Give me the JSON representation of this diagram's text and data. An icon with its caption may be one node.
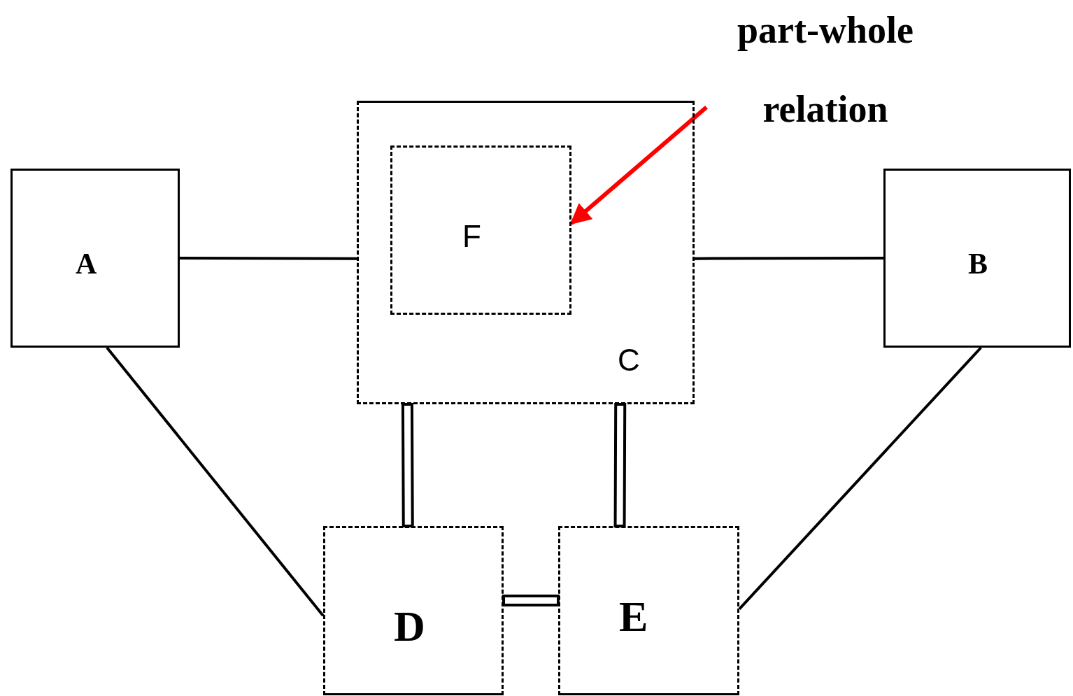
{
  "diagram": {
    "nodes": [
      {
        "text": [
          "part-whole relation"
        ]
      },
      {
        "text": [
          "A"
        ]
      },
      {
        "text": [
          "C"
        ]
      },
      {
        "text": [
          "F"
        ],
        "in": 2
      },
      {
        "text": [
          "B"
        ]
      },
      {
        "text": [
          "D"
        ]
      },
      {
        "text": [
          "E"
        ]
      }
    ],
    "edges": [
      {
        "from": 1,
        "to": 2,
        "arrow": "none"
      },
      {
        "from": 2,
        "to": 4,
        "arrow": "none"
      },
      {
        "from": 1,
        "to": 5,
        "arrow": "none"
      },
      {
        "from": 4,
        "to": 6,
        "arrow": "none"
      },
      {
        "from": 2,
        "to": 5,
        "arrow": "none",
        "style": "thick"
      },
      {
        "from": 2,
        "to": 6,
        "arrow": "none",
        "style": "thick"
      },
      {
        "from": 5,
        "to": 6,
        "arrow": "none",
        "style": "thick"
      },
      {
        "from": 0,
        "to": 3,
        "arrow": "to",
        "color": "#ff0000"
      }
    ]
  }
}
